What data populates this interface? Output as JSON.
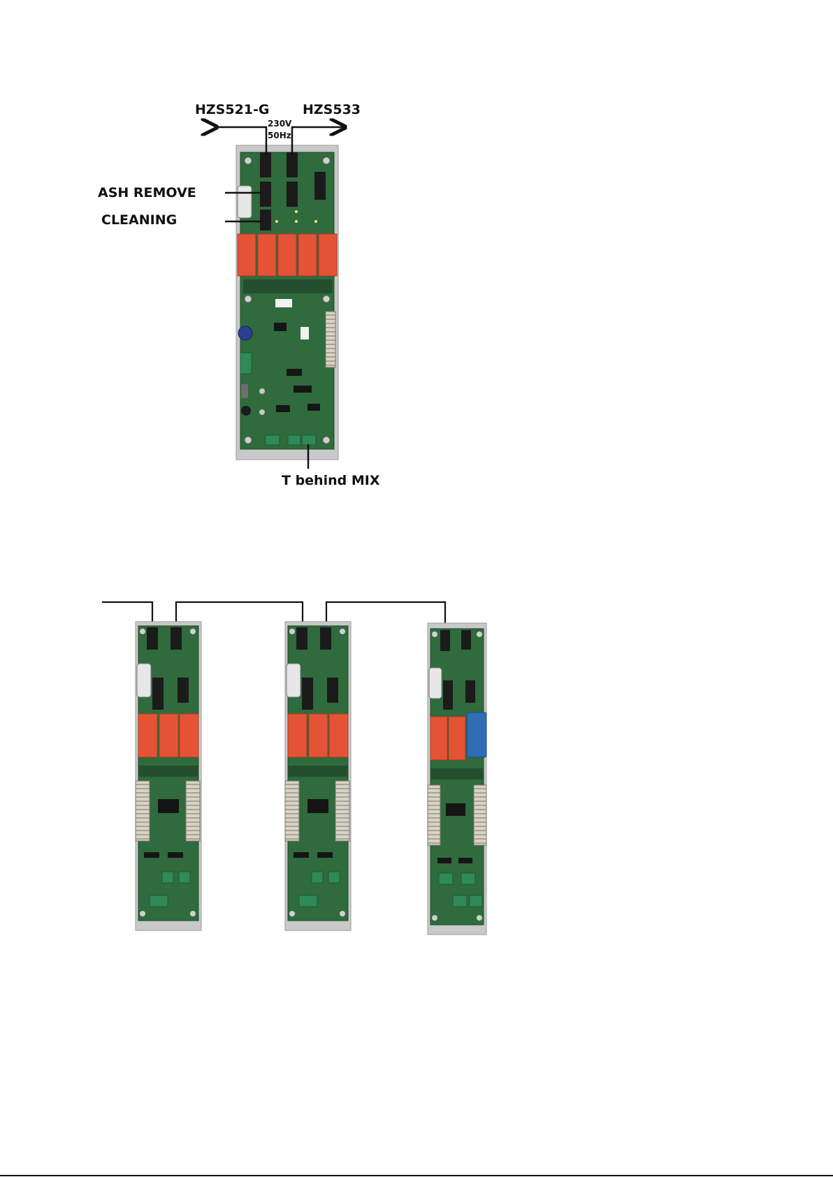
{
  "top_diagram": {
    "label_hzs521": "HZS521-G",
    "label_hzs533": "HZS533",
    "label_230v": "230V",
    "label_50hz": "50Hz",
    "label_ash_remove": "ASH REMOVE",
    "label_cleaning": "CLEANING",
    "label_t_behind_mix": "T behind MIX"
  },
  "colors": {
    "pcb_green": "#2f6b3c",
    "relay_orange": "#e55336",
    "relay_blue": "#2f6db5",
    "connector_dark": "#1b1b1b"
  }
}
